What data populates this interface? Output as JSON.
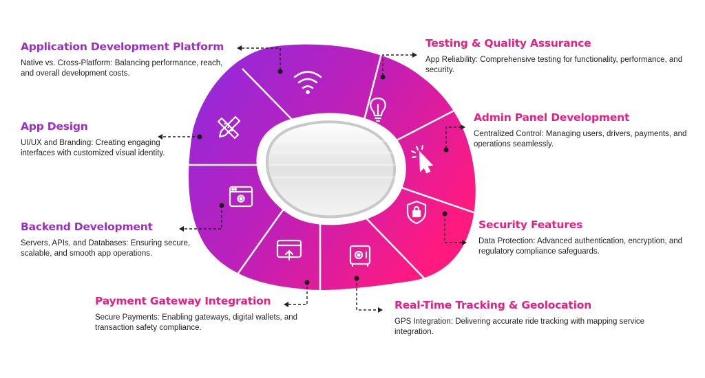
{
  "colors": {
    "purple_title": "#9b2fc3",
    "pink_title": "#e51f86",
    "ring_start": "#8a2be2",
    "ring_end": "#ff1a80",
    "body_text": "#222222"
  },
  "center": {
    "label": ""
  },
  "segments": [
    {
      "icon": "wifi-icon"
    },
    {
      "icon": "lightbulb-icon"
    },
    {
      "icon": "cursor-click-icon"
    },
    {
      "icon": "shield-lock-icon"
    },
    {
      "icon": "safe-gear-icon"
    },
    {
      "icon": "card-upload-icon"
    },
    {
      "icon": "browser-gear-icon"
    },
    {
      "icon": "pencil-ruler-icon"
    }
  ],
  "callouts": [
    {
      "title": "Application Development Platform",
      "body": "Native vs. Cross-Platform: Balancing performance, reach, and overall development costs."
    },
    {
      "title": "Testing & Quality Assurance",
      "body": "App Reliability: Comprehensive testing for functionality, performance, and security."
    },
    {
      "title": "App Design",
      "body": "UI/UX and Branding: Creating engaging interfaces with customized visual identity."
    },
    {
      "title": "Admin Panel Development",
      "body": "Centralized Control: Managing users, drivers, payments, and operations seamlessly."
    },
    {
      "title": "Backend Development",
      "body": "Servers, APIs, and Databases: Ensuring secure, scalable, and smooth app operations."
    },
    {
      "title": "Security Features",
      "body": "Data Protection: Advanced authentication, encryption, and regulatory compliance safeguards."
    },
    {
      "title": "Payment Gateway Integration",
      "body": "Secure Payments: Enabling gateways, digital wallets, and transaction safety compliance."
    },
    {
      "title": "Real-Time Tracking & Geolocation",
      "body": "GPS Integration: Delivering accurate ride tracking with mapping service integration."
    }
  ]
}
